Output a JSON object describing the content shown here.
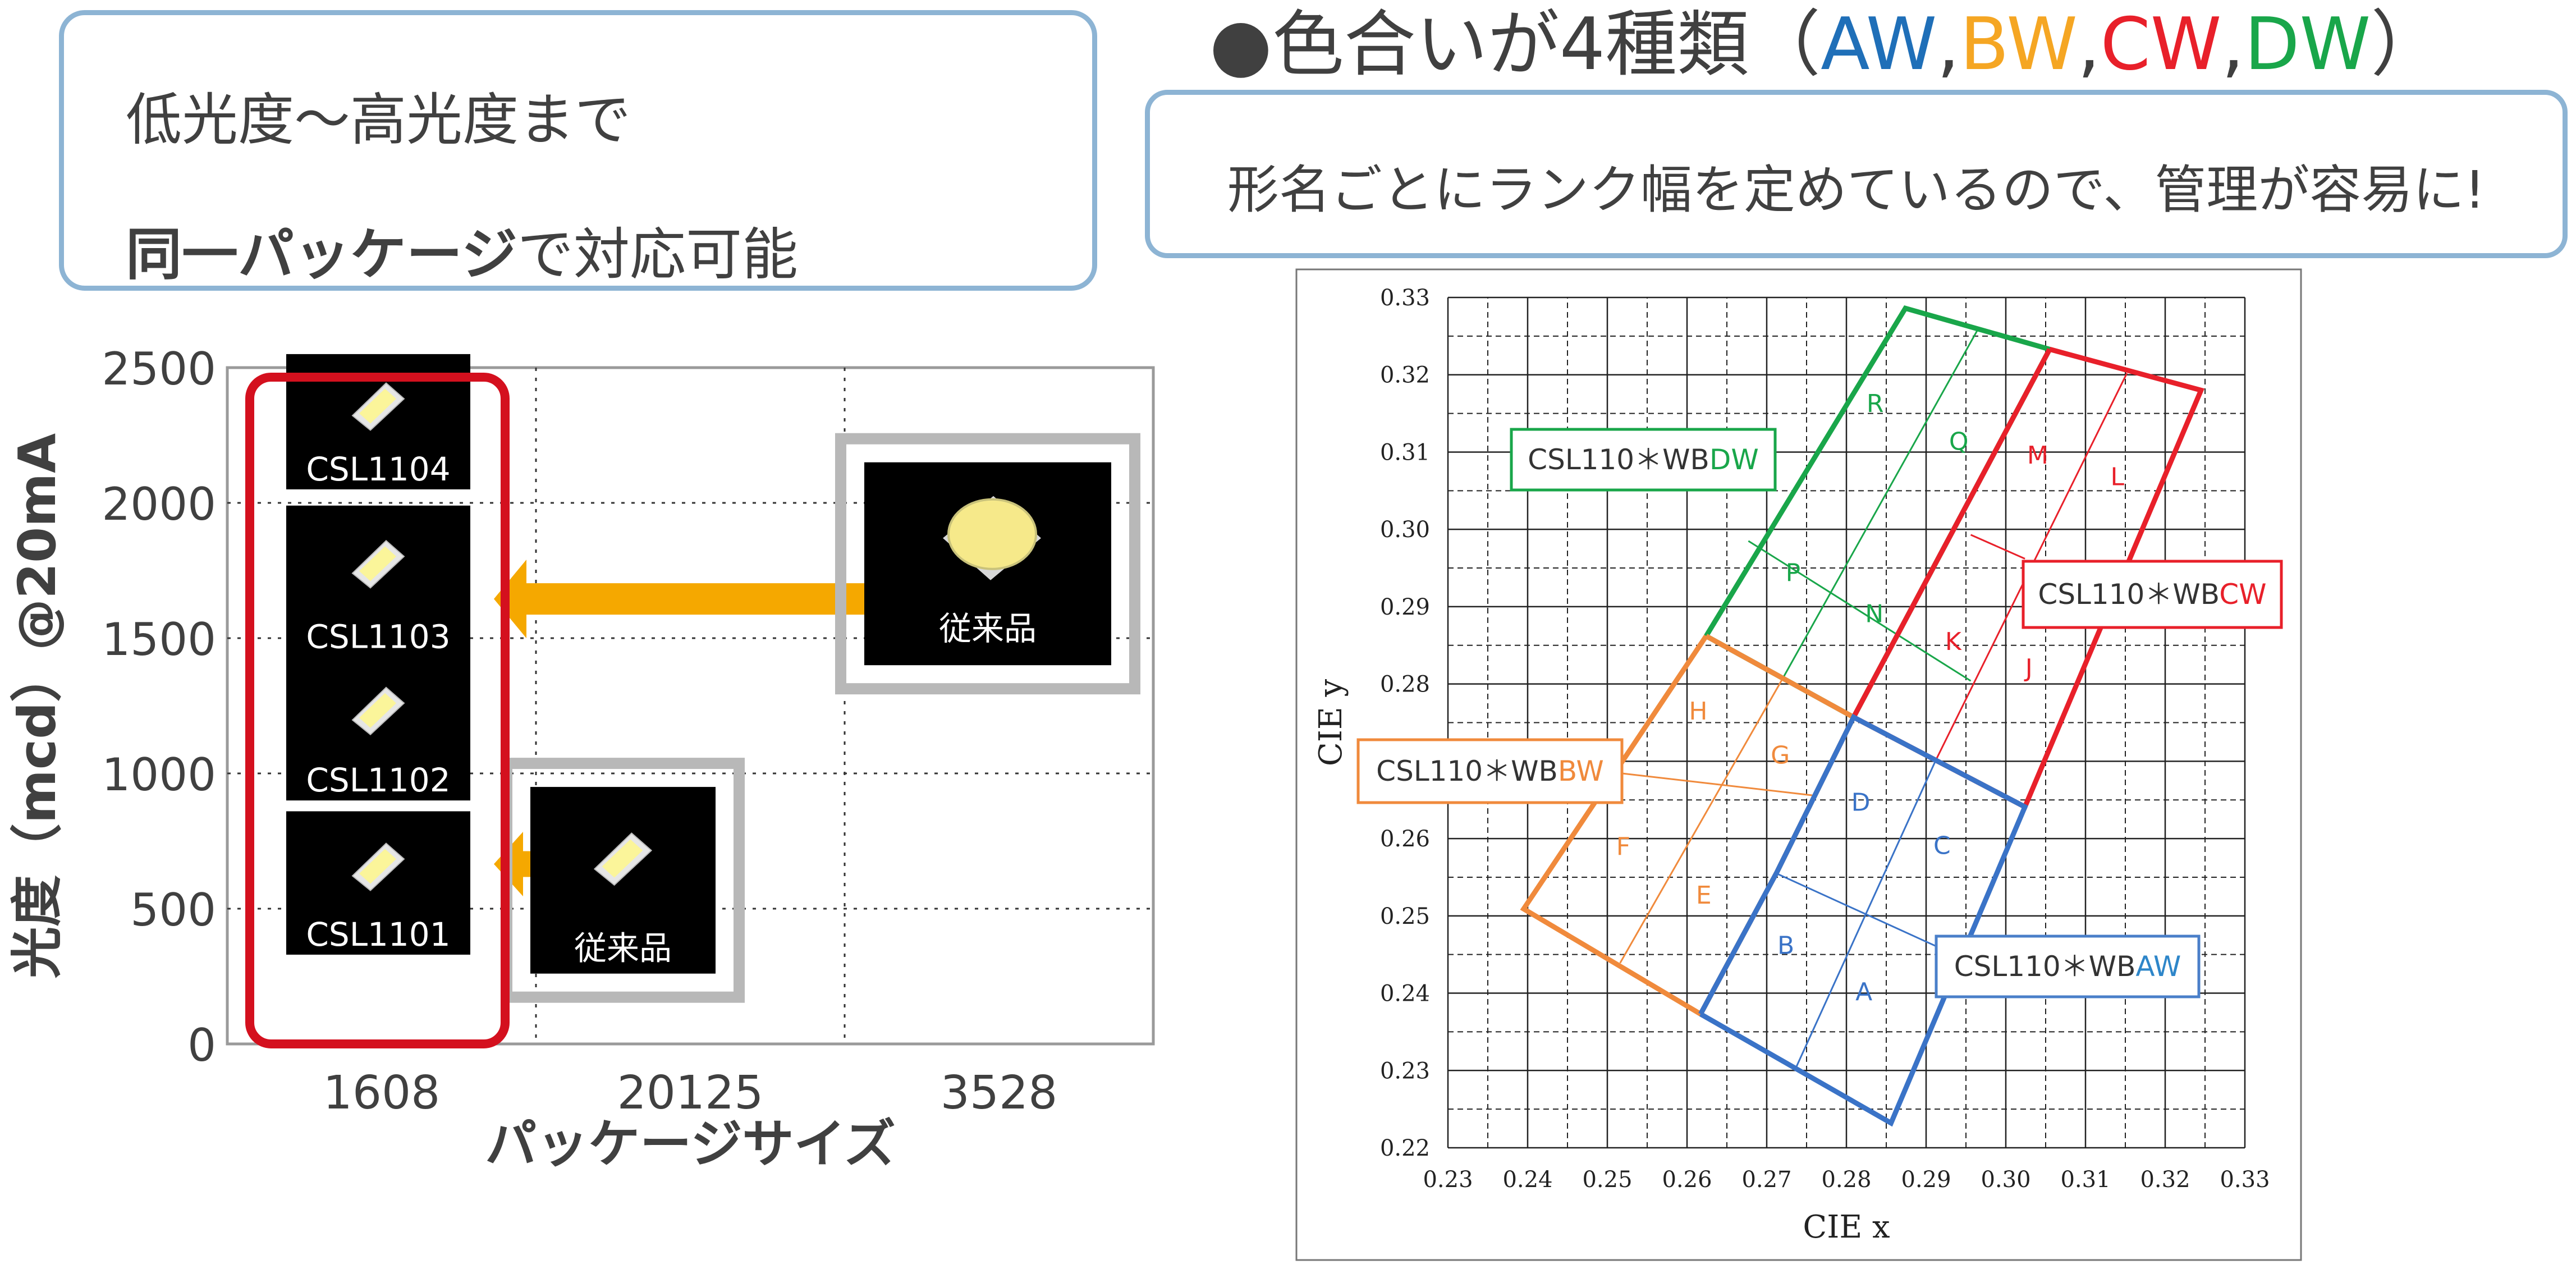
{
  "callout_left": {
    "line1": "低光度～高光度まで",
    "line2_bold": "同一パッケージ",
    "line2_rest": "で対応可能"
  },
  "header_right": {
    "bullet": "●",
    "text": "色合いが4種類（",
    "aw": "AW",
    "comma": ",",
    "bw": "BW",
    "cw": "CW",
    "dw": "DW",
    "close": "）",
    "colors": {
      "aw": "#1f6fb8",
      "bw": "#f5a623",
      "cw": "#e8202a",
      "dw": "#19a64a"
    }
  },
  "callout_right": {
    "text": "形名ごとにランク幅を定めているので、管理が容易に!"
  },
  "bar_chart": {
    "ylabel": "光度（mcd）@20mA",
    "xlabel": "パッケージサイズ",
    "yticks": [
      "2500",
      "2000",
      "1500",
      "1000",
      "500",
      "0"
    ],
    "categories": [
      "1608",
      "20125",
      "3528"
    ],
    "products": [
      "CSL1104",
      "CSL1103",
      "CSL1102",
      "CSL1101"
    ],
    "legacy_label": "従来品",
    "legacy_label_2": "従来品"
  },
  "chart_data": [
    {
      "type": "scatter",
      "title": "",
      "xlabel": "パッケージサイズ",
      "ylabel": "光度（mcd）@20mA",
      "categories": [
        "1608",
        "20125",
        "3528"
      ],
      "ylim": [
        0,
        2500
      ],
      "yticks": [
        0,
        500,
        1000,
        1500,
        2000,
        2500
      ],
      "grid": true,
      "points": [
        {
          "category": "1608",
          "label": "CSL1104",
          "y_range": [
            2050,
            2550
          ]
        },
        {
          "category": "1608",
          "label": "CSL1103",
          "y_range": [
            1430,
            1990
          ]
        },
        {
          "category": "1608",
          "label": "CSL1102",
          "y_range": [
            900,
            1440
          ]
        },
        {
          "category": "1608",
          "label": "CSL1101",
          "y_range": [
            330,
            860
          ]
        },
        {
          "category": "20125",
          "label": "従来品",
          "y_range": [
            260,
            950
          ]
        },
        {
          "category": "3528",
          "label": "従来品",
          "y_range": [
            1400,
            2150
          ]
        }
      ]
    },
    {
      "type": "line",
      "title": "",
      "xlabel": "CIE x",
      "ylabel": "CIE y",
      "xlim": [
        0.23,
        0.33
      ],
      "ylim": [
        0.22,
        0.33
      ],
      "xticks": [
        "0.23",
        "0.24",
        "0.25",
        "0.26",
        "0.27",
        "0.28",
        "0.29",
        "0.30",
        "0.31",
        "0.32",
        "0.33"
      ],
      "yticks": [
        "0.33",
        "0.32",
        "0.31",
        "0.30",
        "0.29",
        "0.28",
        "0.27",
        "0.26",
        "0.25",
        "0.24",
        "0.23",
        "0.22"
      ],
      "grid": true,
      "series": [
        {
          "name": "CSL110＊WBDW",
          "color": "#19a64a",
          "outline": [
            [
              0.2624,
              0.2862
            ],
            [
              0.2874,
              0.3286
            ],
            [
              0.3055,
              0.3233
            ],
            [
              0.2809,
              0.2757
            ],
            [
              0.2624,
              0.2862
            ]
          ],
          "inner_lines": [
            [
              [
                0.272,
                0.2807
              ],
              [
                0.2964,
                0.3257
              ]
            ],
            [
              [
                0.2677,
                0.2985
              ],
              [
                0.2956,
                0.2804
              ]
            ],
            [
              [
                0.2624,
                0.2862
              ],
              [
                0.2809,
                0.2757
              ]
            ]
          ]
        },
        {
          "name": "CSL110＊WBCW",
          "color": "#e8202a",
          "outline": [
            [
              0.3055,
              0.3233
            ],
            [
              0.3245,
              0.318
            ],
            [
              0.3024,
              0.2641
            ],
            [
              0.2809,
              0.2757
            ],
            [
              0.3055,
              0.3233
            ]
          ],
          "inner_lines": [
            [
              [
                0.2912,
                0.2701
              ],
              [
                0.3152,
                0.3202
              ]
            ],
            [
              [
                0.2956,
                0.2993
              ],
              [
                0.3024,
                0.2962
              ]
            ]
          ]
        },
        {
          "name": "CSL110＊WBBW",
          "color": "#f08a3c",
          "outline": [
            [
              0.2624,
              0.2862
            ],
            [
              0.2809,
              0.2757
            ],
            [
              0.2712,
              0.2555
            ],
            [
              0.2617,
              0.2373
            ],
            [
              0.2395,
              0.2509
            ],
            [
              0.2624,
              0.2862
            ]
          ],
          "inner_lines": [
            [
              [
                0.2516,
                0.2439
              ],
              [
                0.272,
                0.2807
              ]
            ],
            [
              [
                0.2504,
                0.2686
              ],
              [
                0.2757,
                0.2656
              ]
            ]
          ]
        },
        {
          "name": "CSL110＊WBAW",
          "color": "#3a73c7",
          "outline": [
            [
              0.2617,
              0.2373
            ],
            [
              0.2856,
              0.2232
            ],
            [
              0.3024,
              0.2641
            ],
            [
              0.2809,
              0.2757
            ],
            [
              0.2712,
              0.2555
            ],
            [
              0.2617,
              0.2373
            ]
          ],
          "inner_lines": [
            [
              [
                0.2736,
                0.2302
              ],
              [
                0.2912,
                0.2701
              ]
            ],
            [
              [
                0.2712,
                0.2555
              ],
              [
                0.2929,
                0.2453
              ]
            ]
          ]
        }
      ],
      "rank_labels": [
        {
          "text": "R",
          "series": "CSL110＊WBDW",
          "x": 0.2836,
          "y": 0.3152
        },
        {
          "text": "Q",
          "series": "CSL110＊WBDW",
          "x": 0.2941,
          "y": 0.3103
        },
        {
          "text": "P",
          "series": "CSL110＊WBDW",
          "x": 0.2733,
          "y": 0.2933
        },
        {
          "text": "N",
          "series": "CSL110＊WBDW",
          "x": 0.2835,
          "y": 0.288
        },
        {
          "text": "M",
          "series": "CSL110＊WBCW",
          "x": 0.304,
          "y": 0.3085
        },
        {
          "text": "L",
          "series": "CSL110＊WBCW",
          "x": 0.314,
          "y": 0.3057
        },
        {
          "text": "K",
          "series": "CSL110＊WBCW",
          "x": 0.2934,
          "y": 0.2844
        },
        {
          "text": "J",
          "series": "CSL110＊WBCW",
          "x": 0.3029,
          "y": 0.281
        },
        {
          "text": "H",
          "series": "CSL110＊WBBW",
          "x": 0.2614,
          "y": 0.2754
        },
        {
          "text": "G",
          "series": "CSL110＊WBBW",
          "x": 0.2717,
          "y": 0.2697
        },
        {
          "text": "F",
          "series": "CSL110＊WBBW",
          "x": 0.252,
          "y": 0.2579
        },
        {
          "text": "E",
          "series": "CSL110＊WBBW",
          "x": 0.2621,
          "y": 0.2516
        },
        {
          "text": "D",
          "series": "CSL110＊WBAW",
          "x": 0.2818,
          "y": 0.2636
        },
        {
          "text": "C",
          "series": "CSL110＊WBAW",
          "x": 0.292,
          "y": 0.258
        },
        {
          "text": "B",
          "series": "CSL110＊WBAW",
          "x": 0.2724,
          "y": 0.2451
        },
        {
          "text": "A",
          "series": "CSL110＊WBAW",
          "x": 0.2822,
          "y": 0.2391
        }
      ]
    }
  ],
  "cie_labels": {
    "dw": {
      "prefix": "CSL110＊WB",
      "suffix": "DW"
    },
    "cw": {
      "prefix": "CSL110＊WB",
      "suffix": "CW"
    },
    "bw": {
      "prefix": "CSL110＊WB",
      "suffix": "BW"
    },
    "aw": {
      "prefix": "CSL110＊WB",
      "suffix": "AW"
    }
  }
}
